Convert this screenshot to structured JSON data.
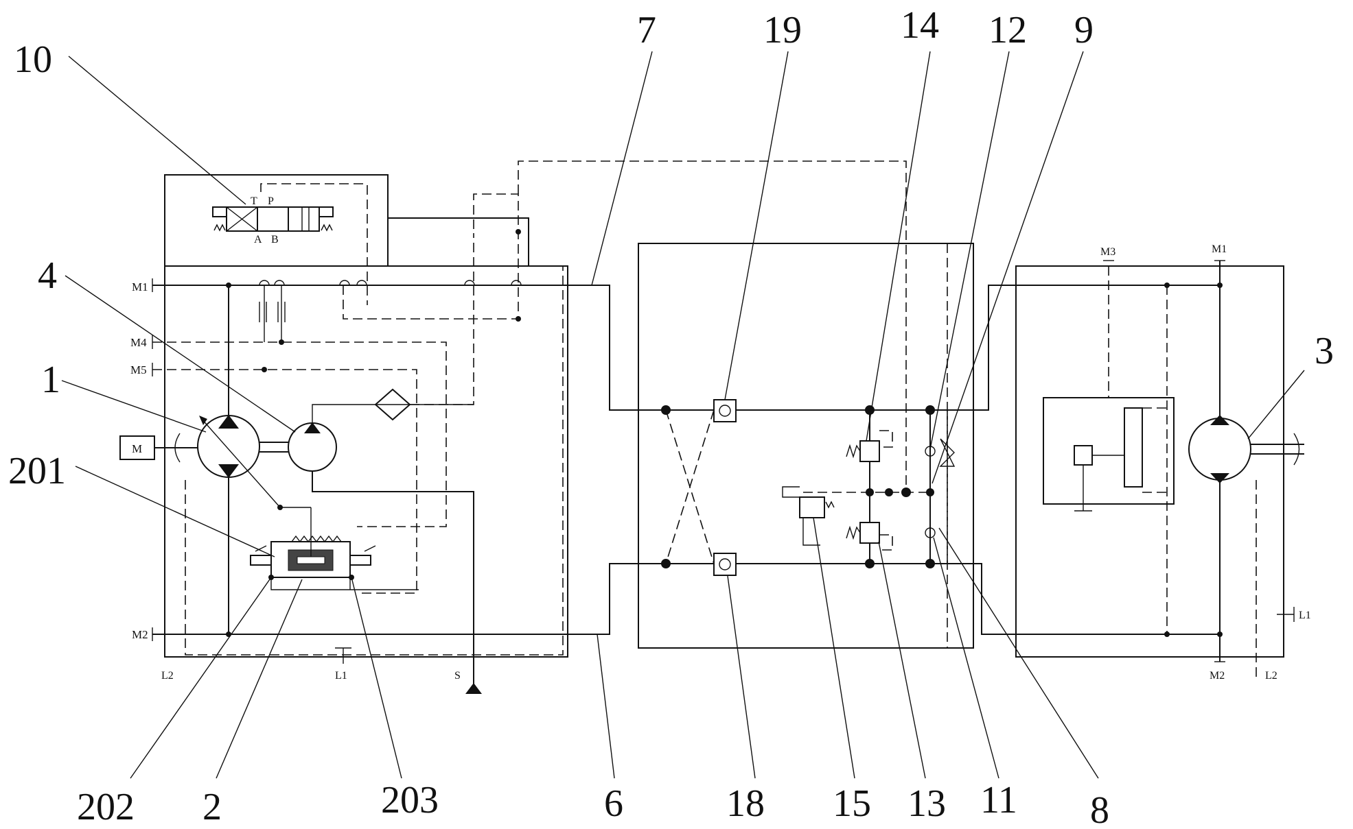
{
  "labels": {
    "l10": "10",
    "l4": "4",
    "l1": "1",
    "l201": "201",
    "l202": "202",
    "l2": "2",
    "l203": "203",
    "l6": "6",
    "l7": "7",
    "l19": "19",
    "l14": "14",
    "l12": "12",
    "l9": "9",
    "l3": "3",
    "l18": "18",
    "l15": "15",
    "l13": "13",
    "l11": "11",
    "l8": "8"
  },
  "ports": {
    "m1_left": "M1",
    "m4": "M4",
    "m5": "M5",
    "m2_left": "M2",
    "l2_left": "L2",
    "l1_left": "L1",
    "s": "S",
    "m3": "M3",
    "m1_right": "M1",
    "m2_right": "M2",
    "l1_right": "L1",
    "l2_right": "L2"
  },
  "valve10": {
    "t": "T",
    "p": "P",
    "a": "A",
    "b": "B"
  },
  "motor_label": "M"
}
